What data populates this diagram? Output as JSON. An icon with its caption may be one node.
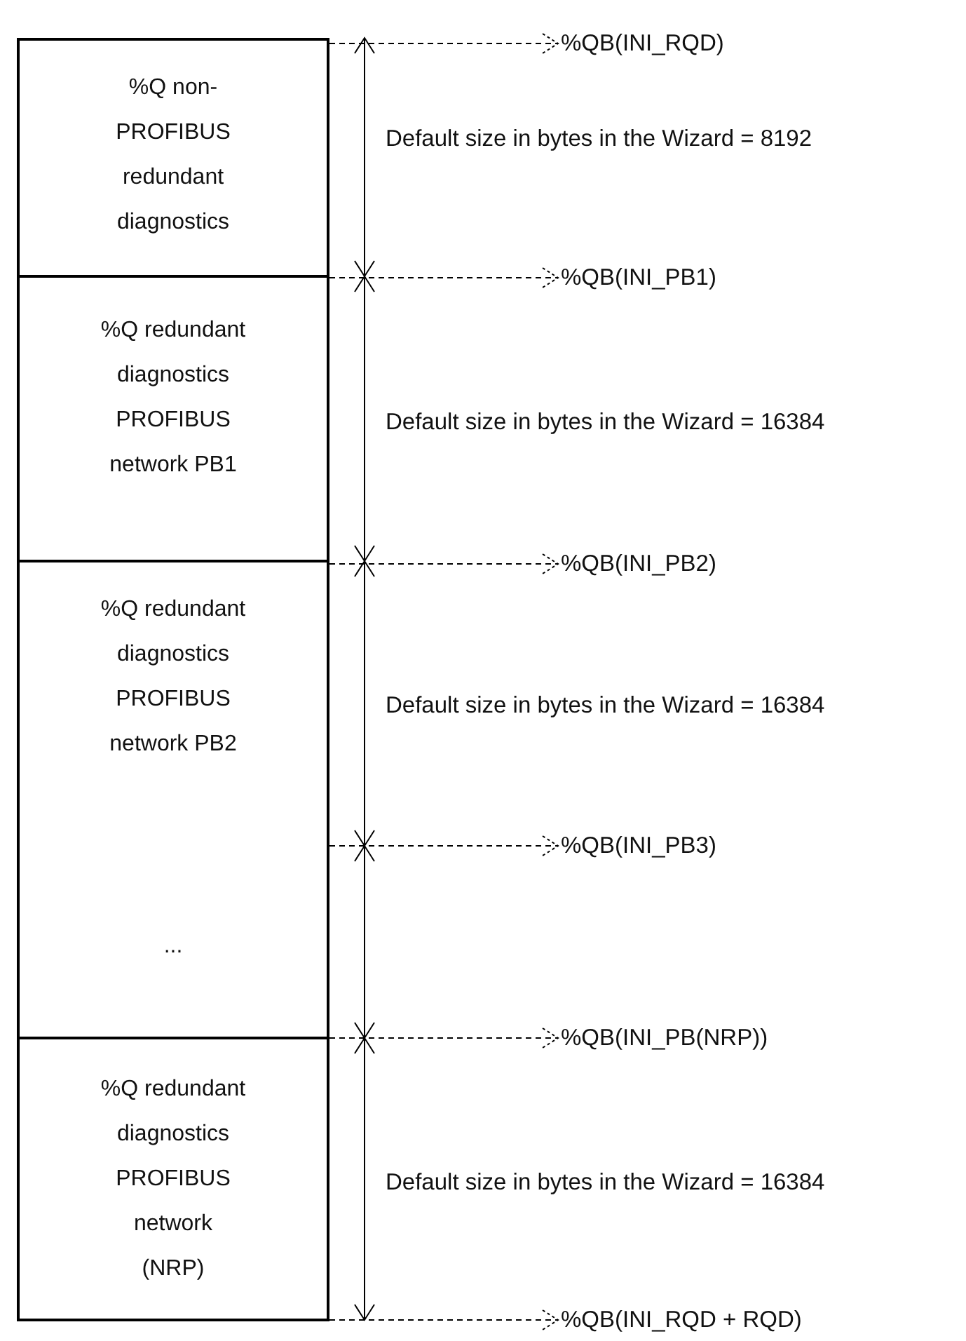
{
  "diagram": {
    "nodes": [
      {
        "text": [
          "%Q non-PROFIBUS redundant diagnostics"
        ]
      },
      {
        "text": [
          "%Q redundant diagnostics PROFIBUS network PB1"
        ]
      },
      {
        "text": [
          "%Q redundant diagnostics PROFIBUS network PB2",
          "..."
        ]
      },
      {
        "text": [
          "%Q redundant diagnostics PROFIBUS network (NRP)"
        ]
      },
      {
        "text": [
          "%QB(INI_RQD)"
        ]
      },
      {
        "text": [
          "%QB(INI_PB1)"
        ]
      },
      {
        "text": [
          "%QB(INI_PB2)"
        ]
      },
      {
        "text": [
          "%QB(INI_PB3)"
        ]
      },
      {
        "text": [
          "%QB(INI_PB(NRP))"
        ]
      },
      {
        "text": [
          "%QB(INI_RQD + RQD)"
        ]
      }
    ],
    "edges": [
      {
        "from": 0,
        "to": 4,
        "arrow": "to",
        "style": "dashed"
      },
      {
        "from": 1,
        "to": 5,
        "arrow": "to",
        "style": "dashed"
      },
      {
        "from": 2,
        "to": 6,
        "arrow": "to",
        "style": "dashed"
      },
      {
        "from": 2,
        "to": 7,
        "arrow": "to",
        "style": "dashed"
      },
      {
        "from": 3,
        "to": 8,
        "arrow": "to",
        "style": "dashed"
      },
      {
        "from": 3,
        "to": 9,
        "arrow": "to",
        "style": "dashed"
      }
    ],
    "labels": [
      "Default size in bytes in the Wizard = 8192",
      "Default size in bytes in the Wizard = 16384",
      "Default size in bytes in the Wizard = 16384",
      "Default size in bytes in the Wizard = 16384"
    ]
  }
}
